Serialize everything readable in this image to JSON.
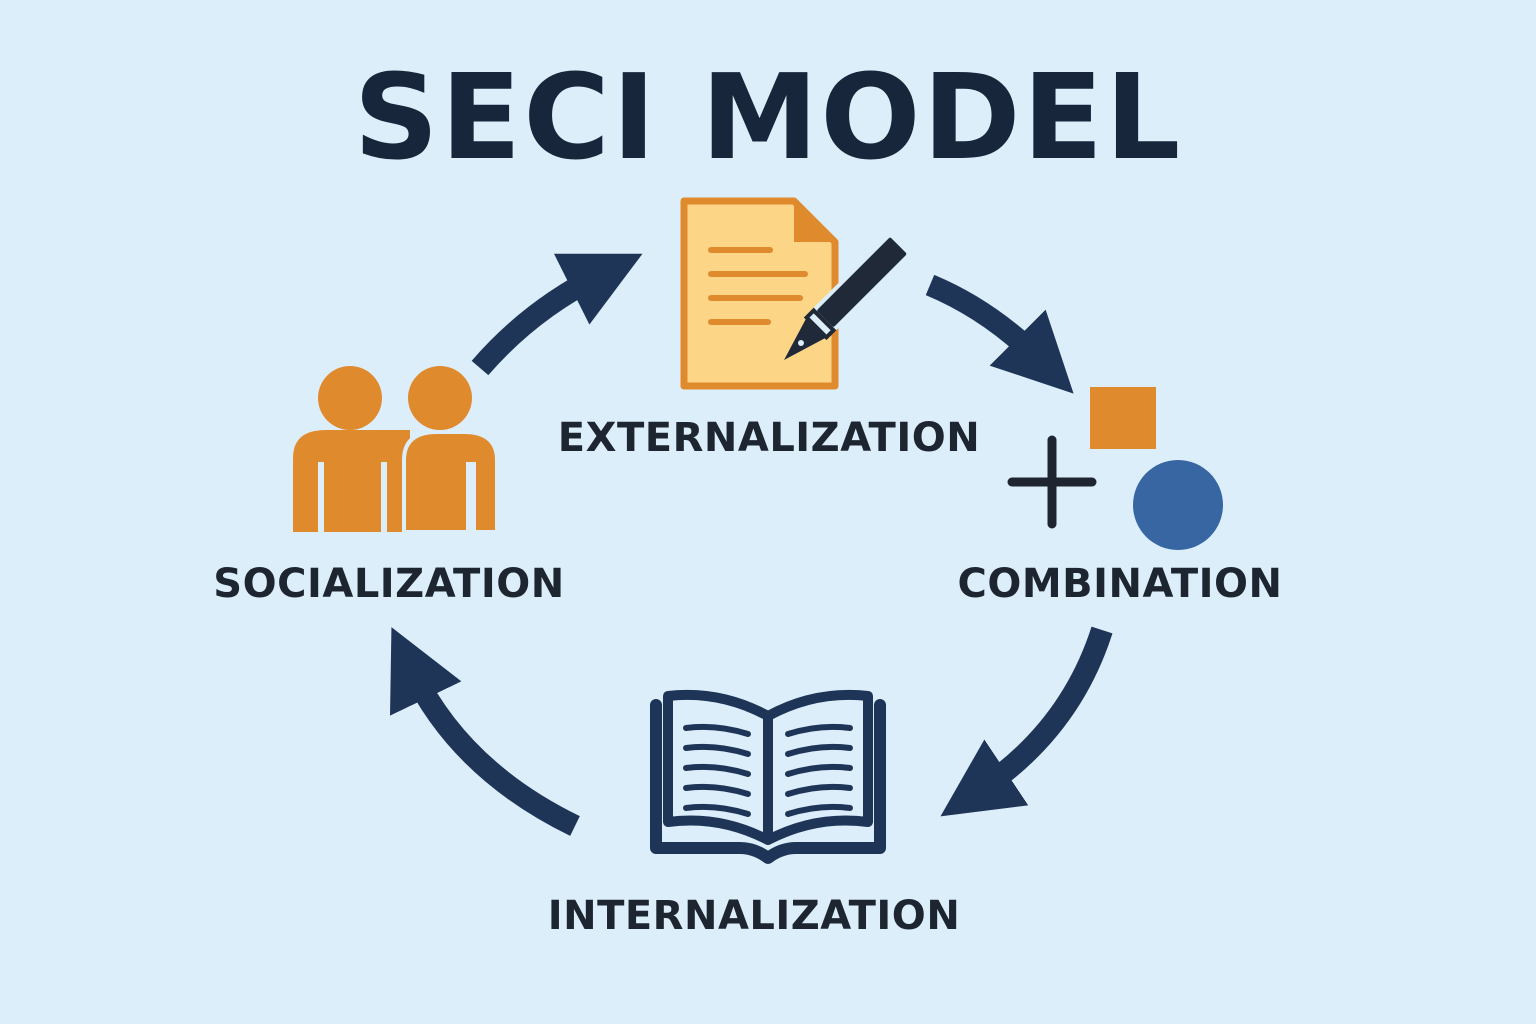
{
  "title": "SECI MODEL",
  "stages": {
    "socialization": {
      "label": "SOCIALIZATION",
      "icon": "people-icon"
    },
    "externalization": {
      "label": "EXTERNALIZATION",
      "icon": "document-pen-icon"
    },
    "combination": {
      "label": "COMBINATION",
      "icon": "plus-shapes-icon"
    },
    "internalization": {
      "label": "INTERNALIZATION",
      "icon": "open-book-icon"
    }
  },
  "colors": {
    "background": "#ddeefb",
    "title": "#17263a",
    "arrow": "#1f3558",
    "orange": "#e08a2e",
    "paper": "#fdd586",
    "blue_circle": "#3766a3"
  }
}
